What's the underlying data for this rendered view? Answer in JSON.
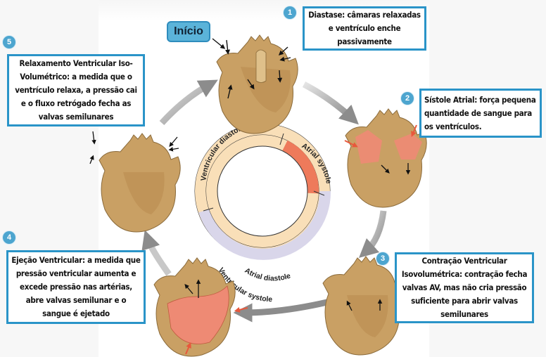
{
  "start_label": "Início",
  "steps": [
    {
      "number": "1",
      "text": "Diastase: câmaras relaxadas e ventrículo enche passivamente"
    },
    {
      "number": "2",
      "text": "Sístole Atrial: força pequena quantidade de sangue para os ventrículos."
    },
    {
      "number": "3",
      "text": "Contração  Ventricular Isovolumétrica: contração fecha valvas AV, mas não cria pressão suficiente para abrir  valvas semilunares"
    },
    {
      "number": "4",
      "text": "Ejeção Ventricular: a medida que pressão ventricular aumenta e excede pressão nas artérias, abre valvas semilunar e o sangue é ejetado"
    },
    {
      "number": "5",
      "text": "Relaxamento Ventricular Iso-Volumétrico: a medida que o ventrículo relaxa, a pressão cai e o fluxo retrógado fecha as valvas semilunares"
    }
  ],
  "cycle_ring": {
    "outer": [
      {
        "label": "Ventricular diastole",
        "color": "#f9dfb8"
      },
      {
        "label": "Ventricular systole",
        "color": "#d9d6ea"
      }
    ],
    "inner": [
      {
        "label": "Atrial systole",
        "color": "#ee7a5b"
      },
      {
        "label": "Atrial diastole",
        "color": "#f9dfb8"
      }
    ]
  },
  "colors": {
    "box_border": "#2a94c8",
    "badge": "#4da5cf",
    "heart_tissue": "#c9a064",
    "heart_contracting": "#ee8a74",
    "cycle_arrow": "#9a9a9a"
  }
}
